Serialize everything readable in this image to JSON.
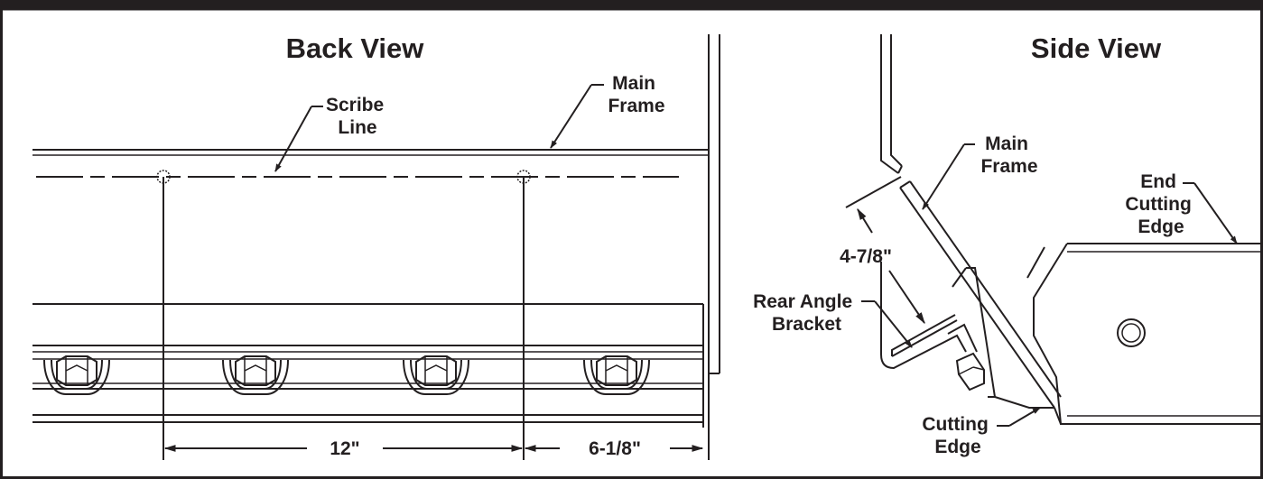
{
  "back_view": {
    "title": "Back View",
    "scribe_line_label": [
      "Scribe",
      "Line"
    ],
    "main_frame_label": [
      "Main",
      "Frame"
    ],
    "dimension_left": "12\"",
    "dimension_right": "6-1/8\""
  },
  "side_view": {
    "title": "Side View",
    "main_frame_label": [
      "Main",
      "Frame"
    ],
    "end_cutting_edge_label": [
      "End",
      "Cutting",
      "Edge"
    ],
    "dimension_angle": "4-7/8\"",
    "rear_angle_bracket_label": [
      "Rear Angle",
      "Bracket"
    ],
    "cutting_edge_label": [
      "Cutting",
      "Edge"
    ]
  },
  "colors": {
    "ink": "#231f20",
    "background": "#ffffff"
  }
}
